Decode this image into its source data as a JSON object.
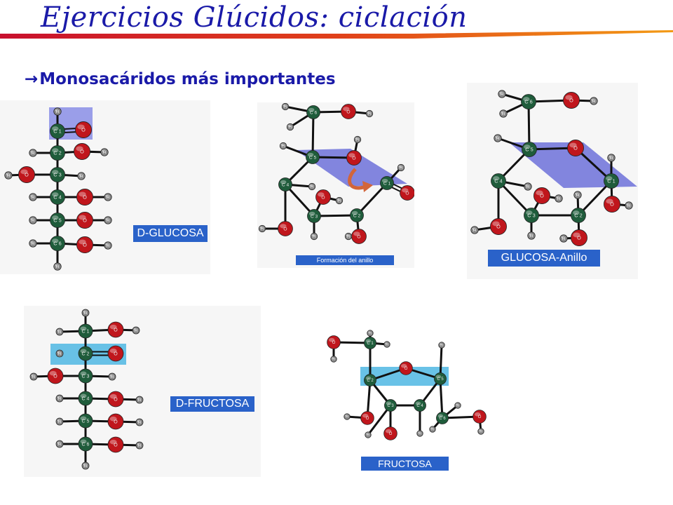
{
  "slide": {
    "title": "Ejercicios Glúcidos: ciclación",
    "subtitle_arrow": "→",
    "subtitle": "Monosacáridos más importantes"
  },
  "labels": {
    "d_glucosa": "D-GLUCOSA",
    "formacion": "Formación del anillo",
    "glucosa_anillo": "GLUCOSA-Anillo",
    "d_fructosa": "D-FRUCTOSA",
    "fructosa": "FRUCTOSA"
  },
  "atoms": {
    "h": "H",
    "o": "O",
    "c1": "C 1",
    "c2": "C 2",
    "c3": "C 3",
    "c4": "C 4",
    "c5": "C 5",
    "c6": "C 6"
  },
  "colors": {
    "title": "#1a1aa8",
    "carbon": "#1f5c3b",
    "oxygen": "#c0161c",
    "hydrogen": "#8a8a8a",
    "plane": "#5b5fd6",
    "highlight_glucose": "#8a8ee6",
    "highlight_fructose": "#4fb7e3",
    "label_bg": "#2a62c9"
  }
}
